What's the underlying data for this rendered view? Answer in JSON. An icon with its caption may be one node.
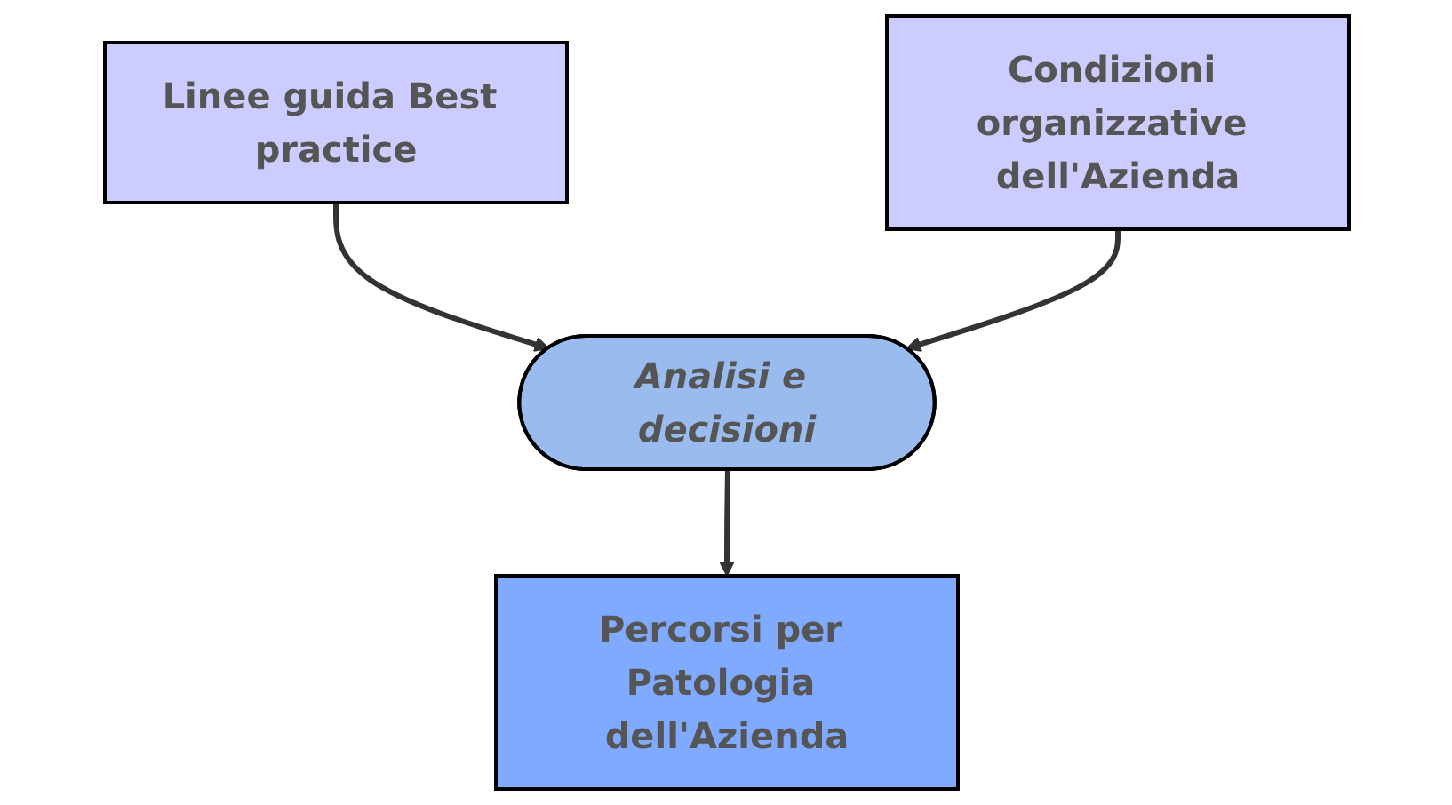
{
  "diagram": {
    "nodes": [
      {
        "text": [
          "Linee guida Best practice"
        ]
      },
      {
        "text": [
          "Condizioni organizzative dell'Azienda"
        ]
      },
      {
        "text": [
          "Analisi e decisioni"
        ]
      },
      {
        "text": [
          "Percorsi per Patologia dell'Azienda"
        ]
      }
    ],
    "edges": [
      {
        "from": 0,
        "to": 2,
        "arrow": "to"
      },
      {
        "from": 1,
        "to": 2,
        "arrow": "to"
      },
      {
        "from": 2,
        "to": 3,
        "arrow": "to"
      }
    ]
  }
}
